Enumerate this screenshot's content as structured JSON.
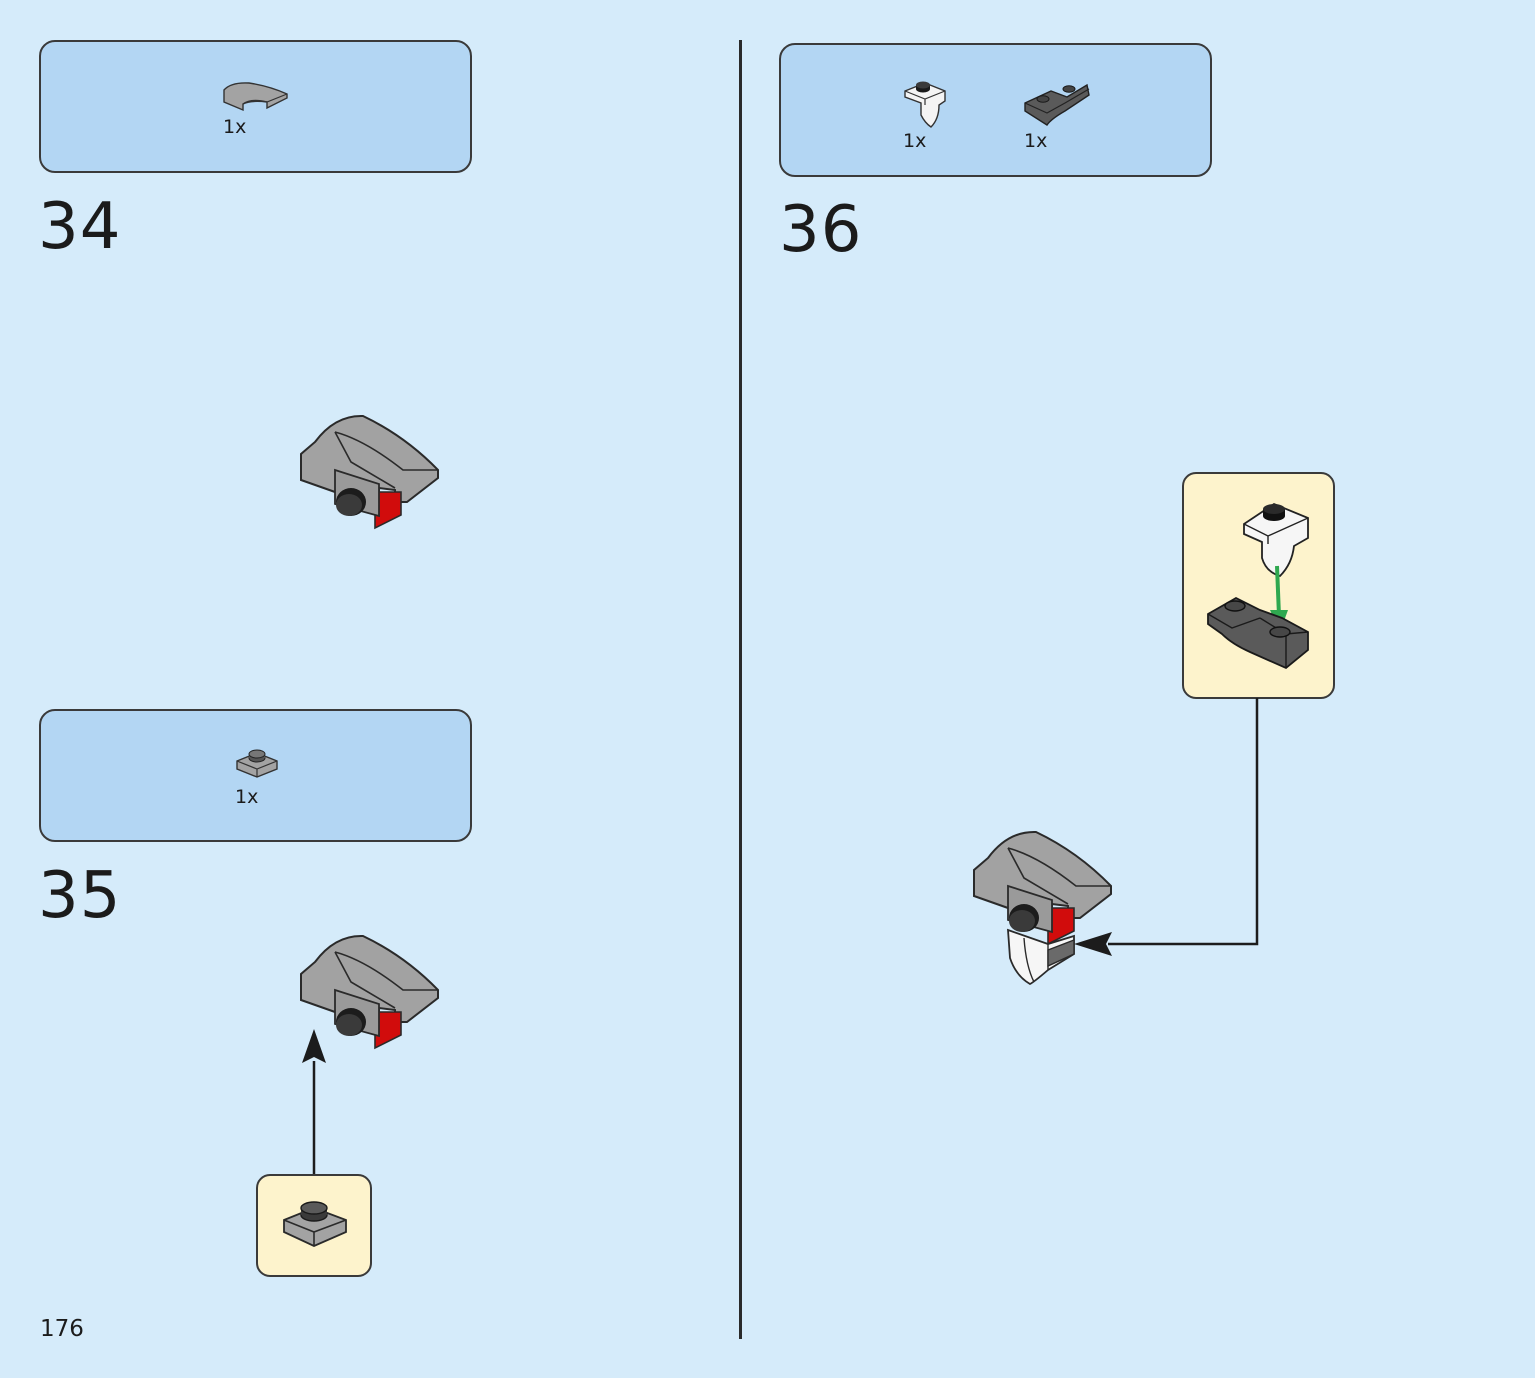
{
  "page": {
    "number": "176"
  },
  "steps": [
    {
      "number": "34",
      "parts": [
        {
          "qty": "1x",
          "icon": "gray-curved-slope-icon"
        }
      ]
    },
    {
      "number": "35",
      "parts": [
        {
          "qty": "1x",
          "icon": "gray-plate-1x1-icon"
        }
      ]
    },
    {
      "number": "36",
      "parts": [
        {
          "qty": "1x",
          "icon": "white-bracket-icon"
        },
        {
          "qty": "1x",
          "icon": "dark-gray-inverted-slope-icon"
        }
      ]
    }
  ],
  "colors": {
    "background": "#d5ebfa",
    "parts_box": "#b3d6f3",
    "callout": "#fdf3cc",
    "brick_gray": "#a0a0a0",
    "brick_dark_gray": "#595959",
    "brick_red": "#d10c0c",
    "arrow_green": "#2fa84f"
  }
}
